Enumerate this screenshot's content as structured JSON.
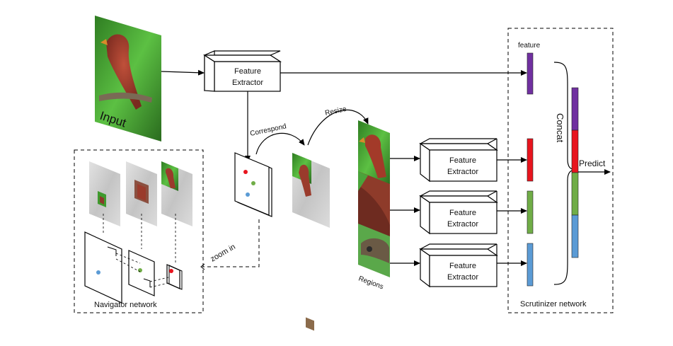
{
  "labels": {
    "input": "Input",
    "feature_extractor_line1": "Feature",
    "feature_extractor_line2": "Extractor",
    "correspond": "Correspond",
    "resize": "Resize",
    "zoom_in": "zoom in",
    "regions": "Regions",
    "navigator_network": "Navigator network",
    "feature": "feature",
    "concat": "Concat",
    "predict": "Predict",
    "scrutinizer_network": "Scrutinizer network"
  },
  "colors": {
    "purple": "#7030a0",
    "red": "#e8141e",
    "green": "#70ad47",
    "blue": "#5b9bd5",
    "foliage": "#3f9a2e",
    "bird": "#9a3b2c"
  },
  "icons": {
    "input_image": "bird-photo",
    "region_crops": "bird-crop-photos"
  }
}
